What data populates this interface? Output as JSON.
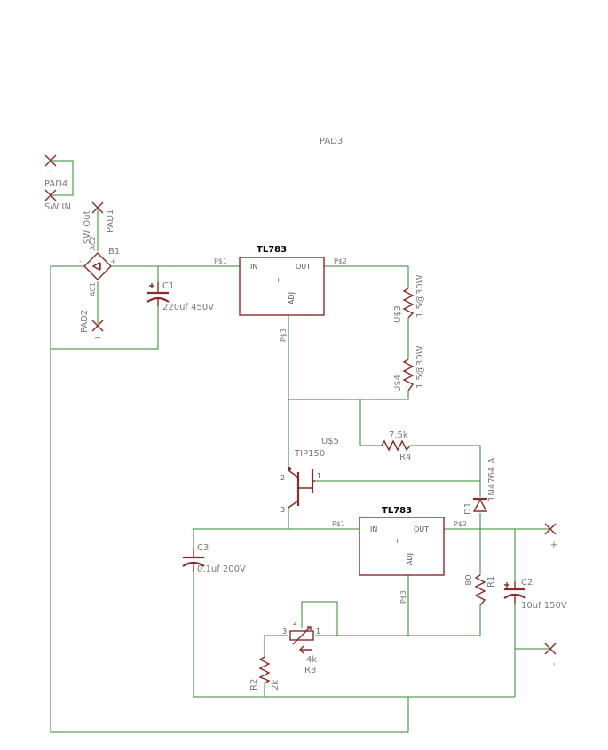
{
  "labels": {
    "pad3": "PAD3",
    "pad4": "PAD4",
    "pad4_tilde": "~",
    "sw_in": "SW IN",
    "sw_out": "SW Out",
    "pad1": "PAD1",
    "pad2": "PAD2",
    "pad2_tilde": "~",
    "b1": "B1",
    "b1_ac2": "AC2",
    "b1_ac1": "AC1",
    "b1_minus": "-",
    "b1_plus": "+",
    "c1": "C1",
    "c1_value": "220uf 450V",
    "reg1_title": "TL783",
    "reg1_in": "IN",
    "reg1_out": "OUT",
    "reg1_adj": "ADJ",
    "reg1_plus": "+",
    "reg1_p1": "P$1",
    "reg1_p2": "P$2",
    "reg1_p3": "P$3",
    "u3": "U$3",
    "u3_value": "1.5@30W",
    "u4": "U$4",
    "u4_value": "1.5@30W",
    "r4_value": "7.5k",
    "r4": "R4",
    "u5": "U$5",
    "u5_part": "TIP150",
    "q_pin1": "1",
    "q_pin2": "2",
    "q_pin3": "3",
    "d1": "D1",
    "d1_part": "1N4764 A",
    "reg2_title": "TL783",
    "reg2_in": "IN",
    "reg2_out": "OUT",
    "reg2_adj": "ADJ",
    "reg2_plus": "+",
    "reg2_p1": "P$1",
    "reg2_p2": "P$2",
    "reg2_p3": "P$3",
    "out_plus": "+",
    "out_minus": "-",
    "c3": "C3",
    "c3_value": "0.1uf 200V",
    "r1_value": "80",
    "r1": "R1",
    "c2": "C2",
    "c2_value": "10uf 150V",
    "r3_pin1": "1",
    "r3_pin2": "2",
    "r3_pin3": "3",
    "r3_value": "4k",
    "r3": "R3",
    "r2": "R2",
    "r2_value": "2k"
  },
  "colors": {
    "wire": "#2f8a2f",
    "part": "#8b2a2a",
    "label": "#7a7a7a",
    "title": "#000000",
    "background": "#ffffff"
  }
}
